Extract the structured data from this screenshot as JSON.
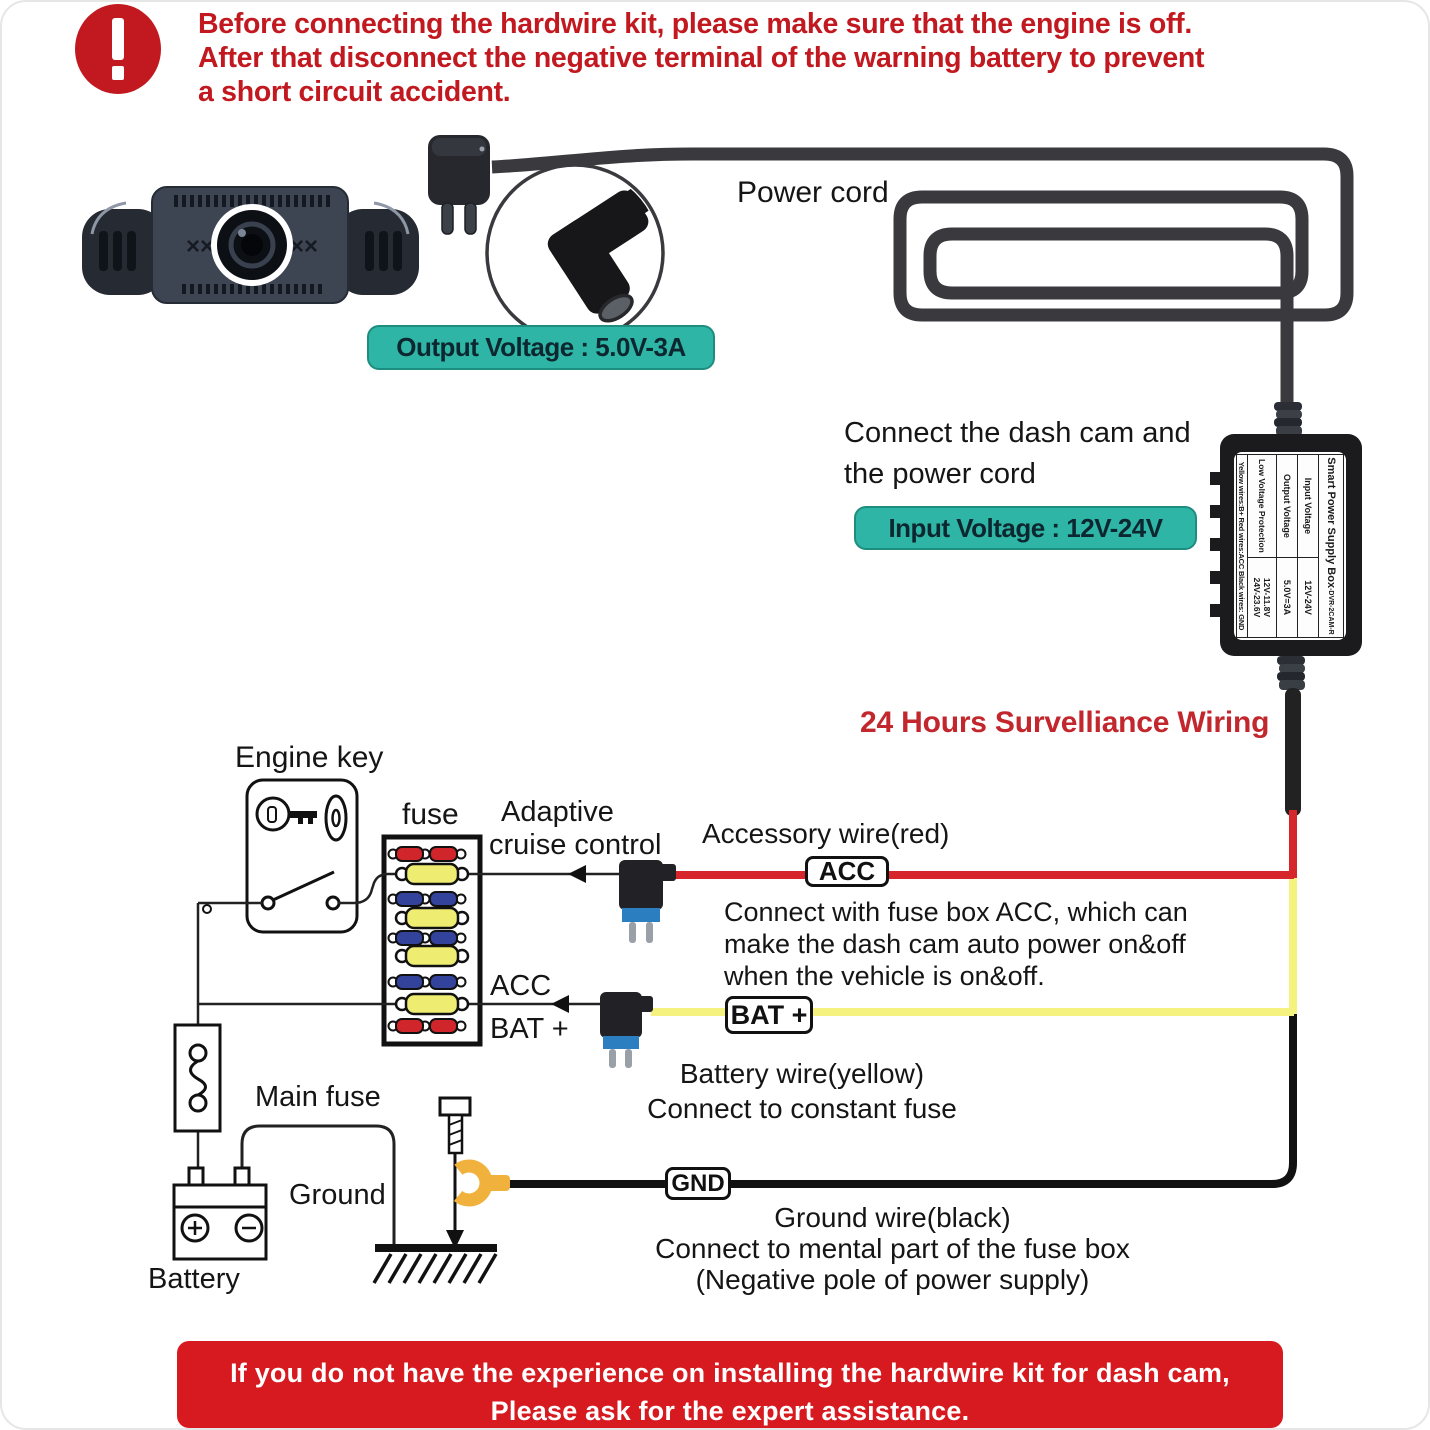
{
  "header": {
    "warning_lines": [
      "Before connecting the hardwire kit, please make sure that the engine is off.",
      "After that disconnect the negative terminal of the warning battery to prevent",
      "a short circuit accident."
    ]
  },
  "camera": {
    "output_badge": "Output Voltage : 5.0V-3A",
    "deco_marks": "××"
  },
  "power_cord": {
    "label": "Power cord",
    "note_lines": [
      "Connect the dash cam and",
      "the power cord"
    ]
  },
  "psu": {
    "input_badge": "Input Voltage : 12V-24V",
    "label_title": "Smart Power Supply Box",
    "label_model": "-DVR-2CAM-R",
    "rows": [
      {
        "name": "Input Voltage",
        "value": "12V-24V"
      },
      {
        "name": "Output Voltage",
        "value": "5.0V=3A"
      },
      {
        "name": "Low Voltage Protection",
        "value": "12V-11.8V",
        "value2": "24V-23.6V"
      }
    ],
    "wires_note": "Yellow wires:B+  Red wires:ACC  Black wires: GND"
  },
  "wiring": {
    "section_title": "24 Hours Survelliance Wiring",
    "engine_key_label": "Engine key",
    "fuse_label": "fuse",
    "adaptive_lines": [
      "Adaptive",
      "cruise control"
    ],
    "accessory_wire_label": "Accessory wire(red)",
    "acc_tag": "ACC",
    "acc_note_lines": [
      "Connect with fuse box ACC, which can",
      "make the dash cam auto power on&off",
      "when the vehicle is on&off."
    ],
    "acc_row_label": "ACC",
    "bat_row_label": "BAT +",
    "bat_tag": "BAT +",
    "battery_note_lines": [
      "Battery wire(yellow)",
      "Connect to constant fuse"
    ],
    "main_fuse_label": "Main fuse",
    "ground_label": "Ground",
    "battery_label": "Battery",
    "gnd_tag": "GND",
    "ground_note_lines": [
      "Ground wire(black)",
      "Connect to mental part of the fuse box",
      "(Negative pole of power supply)"
    ]
  },
  "footer": {
    "lines": [
      "If you do not have the experience on installing the hardwire kit for dash cam,",
      "Please ask for the expert assistance."
    ]
  },
  "colors": {
    "warning_red": "#c1191f",
    "banner_red": "#d71a20",
    "badge_teal": "#2eb5a5",
    "wire_red": "#d6252b",
    "wire_yellow": "#f6f27f",
    "wire_black": "#111111",
    "fuse_blue": "#33439b",
    "fuse_yellow": "#efec72",
    "fuse_red": "#d0252b",
    "tap_blue": "#2b7fc0",
    "terminal_yellow": "#f0b23c"
  }
}
